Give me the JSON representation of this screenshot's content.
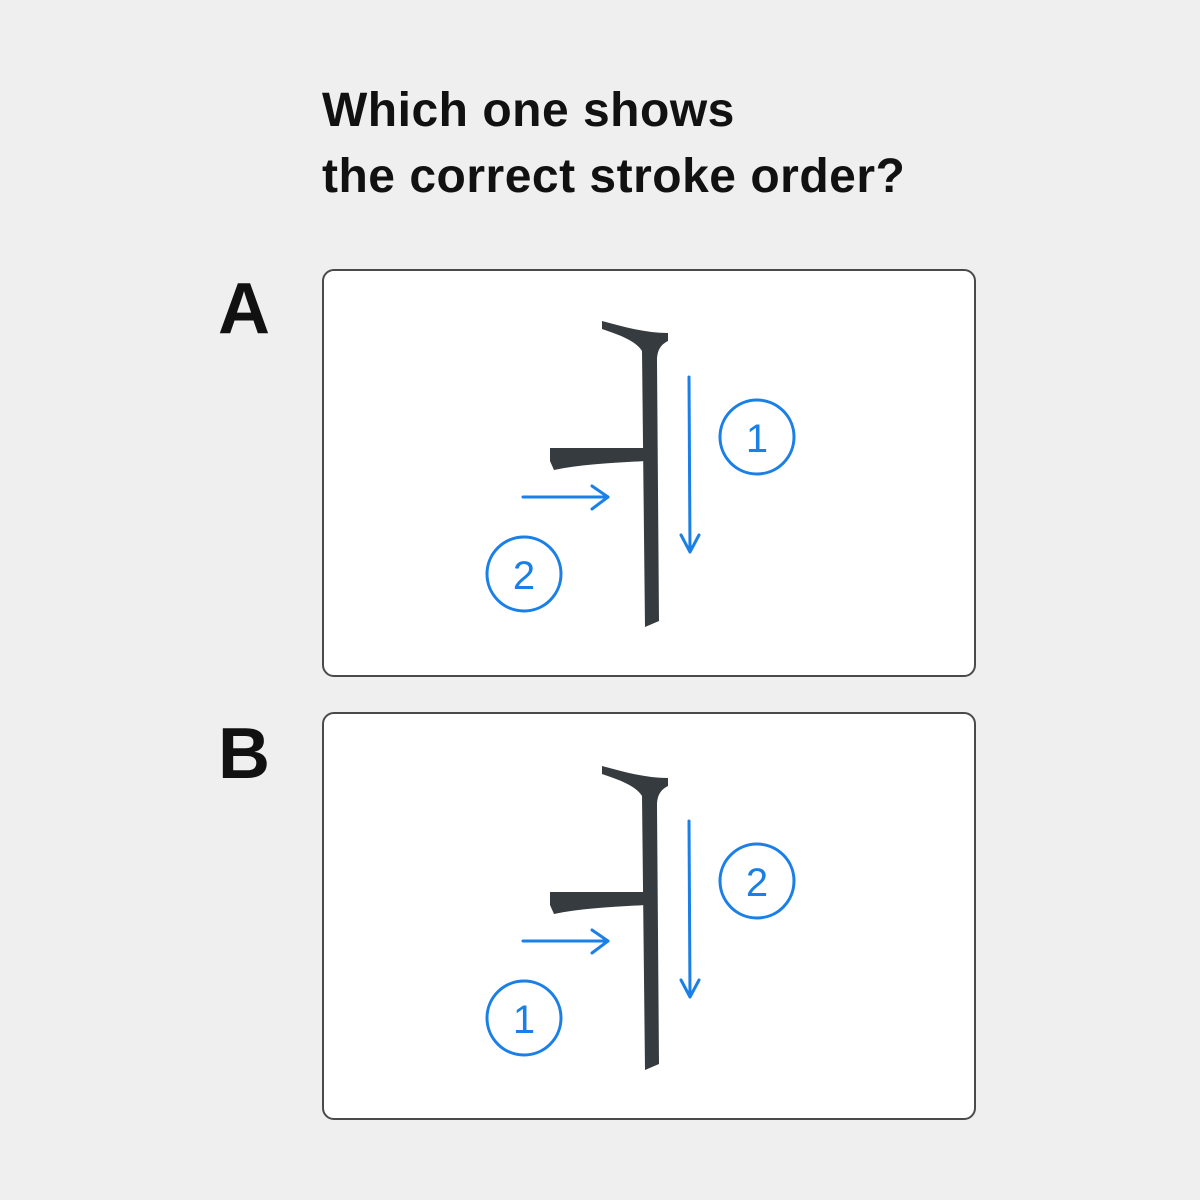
{
  "question": {
    "line1": "Which one shows",
    "line2": "the correct stroke order?"
  },
  "options": [
    {
      "letter": "A",
      "vertical_stroke_number": "1",
      "horizontal_stroke_number": "2"
    },
    {
      "letter": "B",
      "vertical_stroke_number": "2",
      "horizontal_stroke_number": "1"
    }
  ],
  "colors": {
    "background": "#efefef",
    "card": "#ffffff",
    "character": "#353b3e",
    "stroke_indicator": "#1a7fe6"
  },
  "icons": [
    "arrow-down-icon",
    "arrow-right-icon",
    "circled-number-icon"
  ]
}
